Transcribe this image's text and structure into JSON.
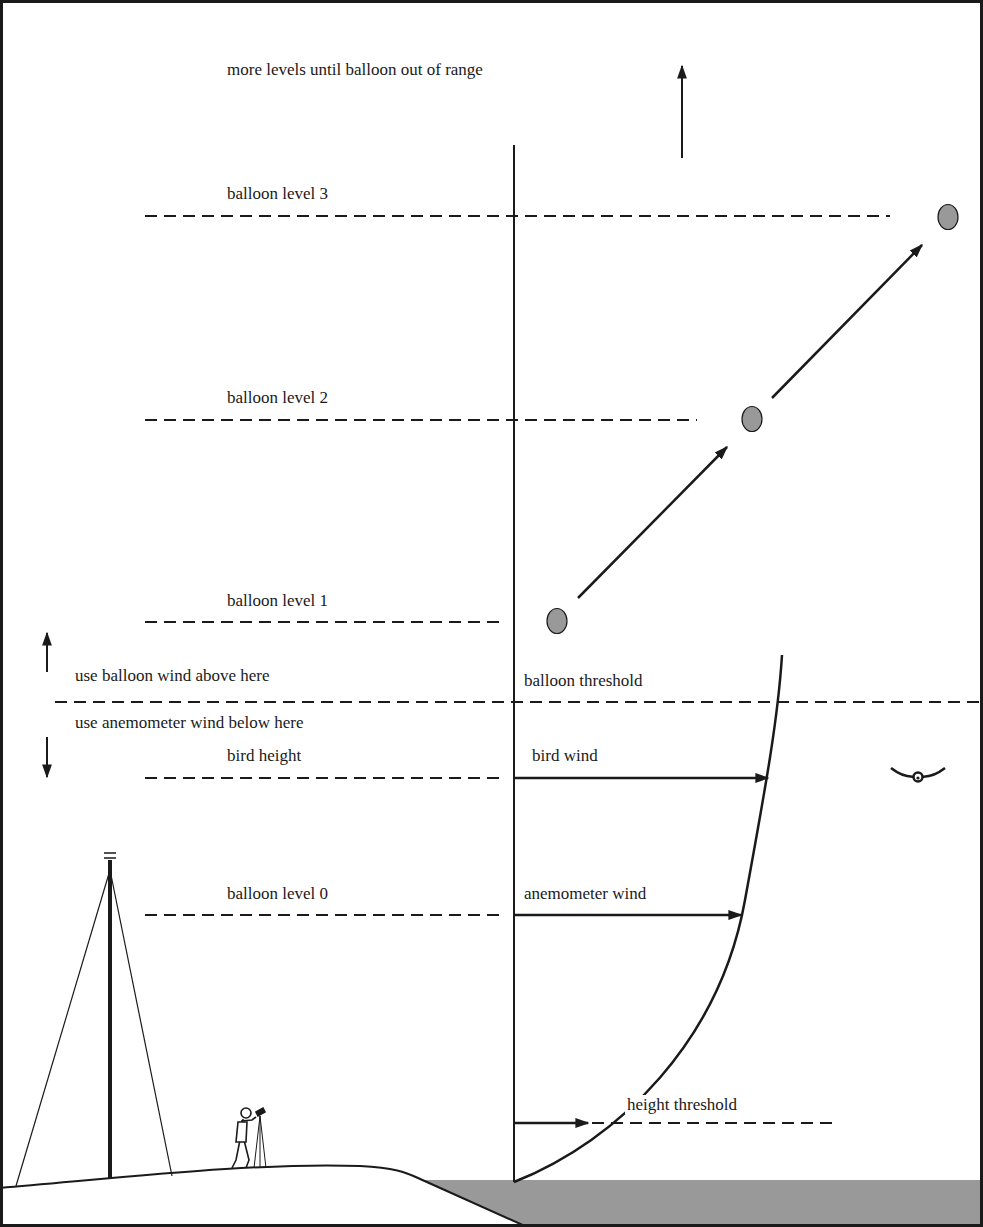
{
  "diagram": {
    "labels": [
      "more levels until balloon out of range",
      "balloon level 3",
      "balloon level 2",
      "balloon level 1",
      "use balloon wind above here",
      "balloon threshold",
      "use anemometer wind below here",
      "bird height",
      "bird wind",
      "balloon level 0",
      "anemometer wind",
      "height threshold"
    ]
  }
}
